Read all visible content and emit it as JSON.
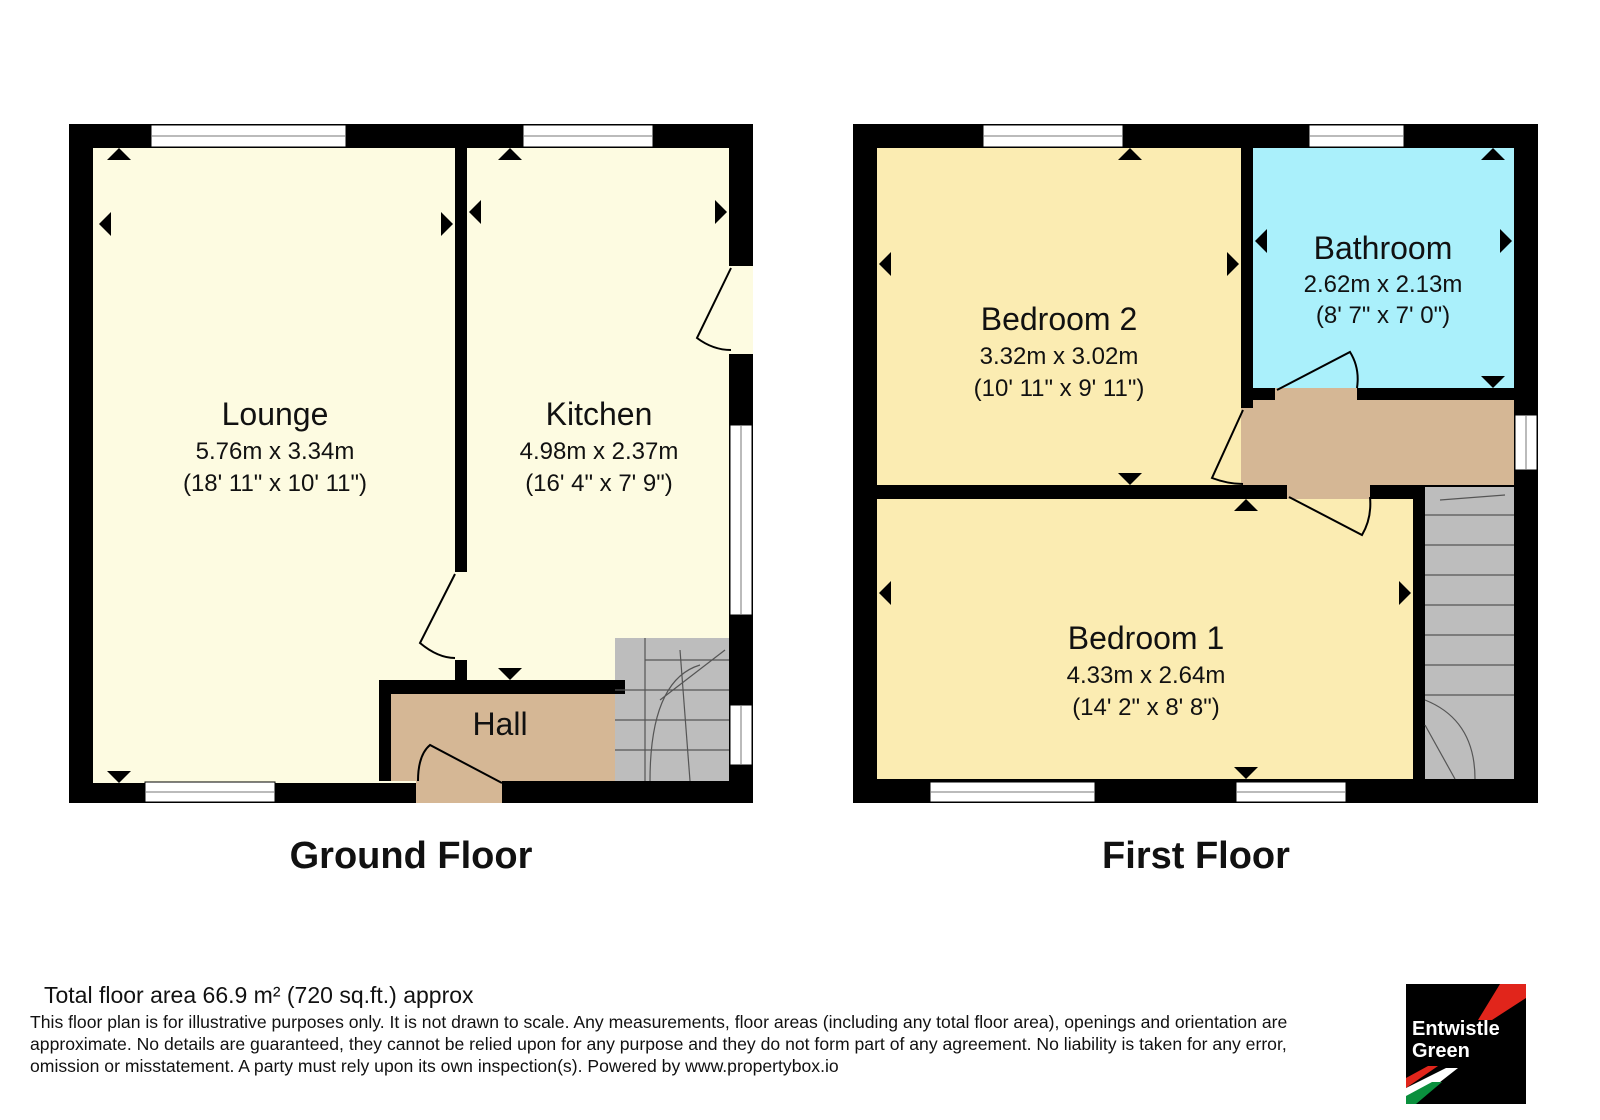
{
  "floors": [
    {
      "label": "Ground Floor"
    },
    {
      "label": "First Floor"
    }
  ],
  "rooms": {
    "lounge": {
      "name": "Lounge",
      "metric": "5.76m x 3.34m",
      "imperial": "(18' 11\" x 10' 11\")",
      "color": "#fdfbe1"
    },
    "kitchen": {
      "name": "Kitchen",
      "metric": "4.98m x 2.37m",
      "imperial": "(16' 4\" x 7' 9\")",
      "color": "#fdfbe1"
    },
    "hall": {
      "name": "Hall",
      "color": "#d5b795"
    },
    "bedroom2": {
      "name": "Bedroom 2",
      "metric": "3.32m x 3.02m",
      "imperial": "(10' 11\" x 9' 11\")",
      "color": "#fbecb2"
    },
    "bathroom": {
      "name": "Bathroom",
      "metric": "2.62m x 2.13m",
      "imperial": "(8' 7\" x 7' 0\")",
      "color": "#aaf0fb"
    },
    "bedroom1": {
      "name": "Bedroom 1",
      "metric": "4.33m x 2.64m",
      "imperial": "(14' 2\" x 8' 8\")",
      "color": "#fbecb2"
    },
    "landing": {
      "color": "#d5b795"
    }
  },
  "colors": {
    "wall": "#000000",
    "stairs": "#bdbdbd",
    "brand_red": "#e1251b",
    "brand_green": "#0a8f3d"
  },
  "footer": {
    "total_area": "Total floor area 66.9 m² (720 sq.ft.) approx",
    "disclaimer": "This floor plan is for illustrative purposes only. It is not drawn to scale. Any measurements, floor areas (including any total floor area), openings and orientation are approximate. No details are guaranteed, they cannot be relied upon for any purpose and they do not form part of any agreement. No liability is taken for any error, omission or misstatement. A party must rely upon its own inspection(s). Powered by www.propertybox.io"
  },
  "logo": {
    "line1": "Entwistle",
    "line2": "Green"
  }
}
